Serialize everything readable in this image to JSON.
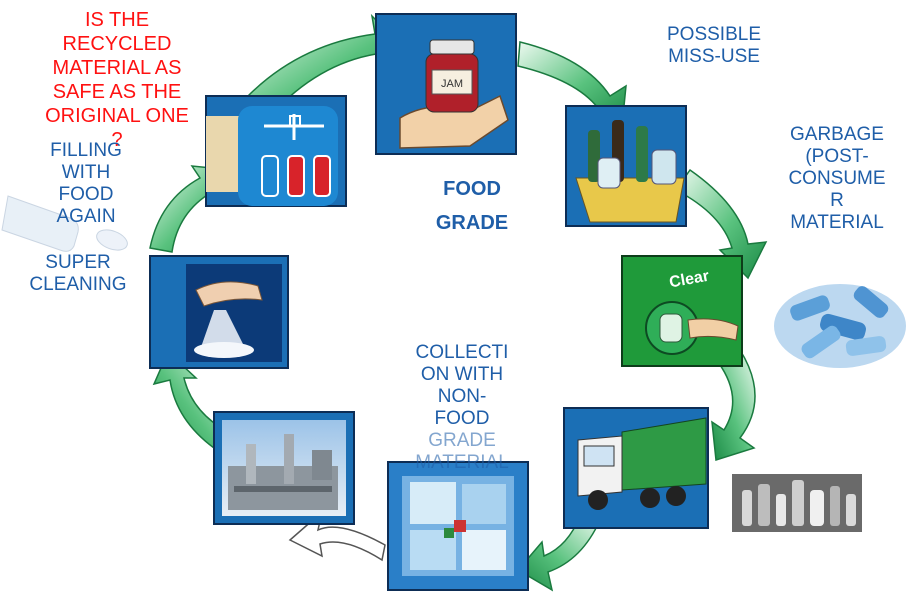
{
  "diagram": {
    "center_label_line1": "FOOD",
    "center_label_line2": "GRADE",
    "question": [
      "IS THE",
      "RECYCLED",
      "MATERIAL AS",
      "SAFE AS THE",
      "ORIGINAL ONE",
      "?"
    ],
    "steps": {
      "food_container": {
        "icon": "jam-jar-in-hand"
      },
      "misuse": {
        "label": [
          "POSSIBLE",
          "MISS-USE"
        ],
        "icon": "bottles-and-jars-bin"
      },
      "garbage": {
        "label": [
          "GARBAGE",
          "(POST-",
          "CONSUME",
          "R",
          "MATERIAL"
        ],
        "icon": "clear-recycling-bin"
      },
      "collection_truck": {
        "icon": "garbage-truck"
      },
      "collection": {
        "label": [
          "COLLECTI",
          "ON WITH",
          "NON-",
          "FOOD",
          "GRADE",
          "MATERIAL"
        ],
        "icon": "shredded-plastic-flakes"
      },
      "recycling_plant": {
        "icon": "recycling-plant"
      },
      "super_cleaning": {
        "label": [
          "SUPER",
          "CLEANING"
        ],
        "icon": "hand-pouring-pellets"
      },
      "filling": {
        "label": [
          "FILLING",
          "WITH",
          "FOOD",
          "AGAIN"
        ],
        "icon": "bottle-filling-machine"
      }
    }
  },
  "colors": {
    "tile_blue": "#1b6fb5",
    "tile_green": "#1f9a3a",
    "label_blue": "#1f5ea8",
    "question_red": "#ff1111",
    "arrow_green": "#2eaa5a",
    "arrow_light": "#d8f2e0"
  }
}
